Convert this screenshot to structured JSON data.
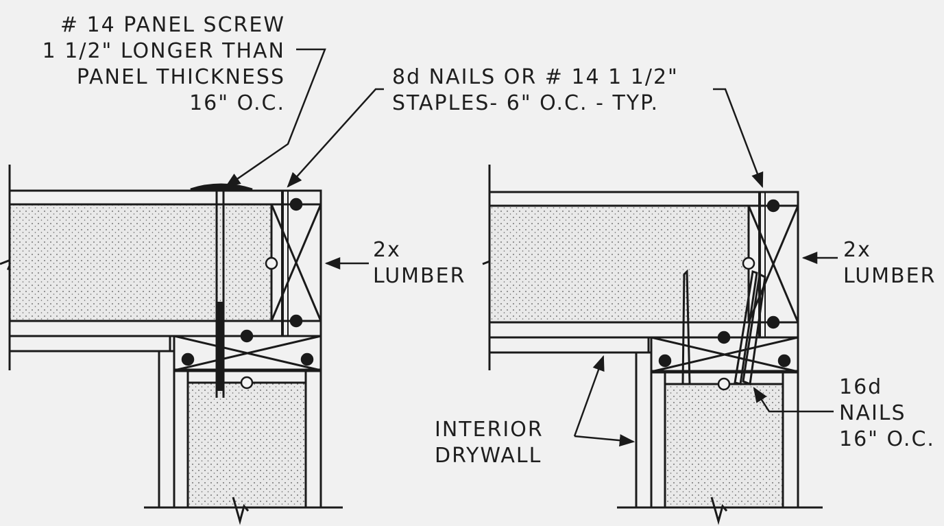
{
  "labels": {
    "panel_screw": [
      "# 14 PANEL SCREW",
      "1 1/2\" LONGER THAN",
      "PANEL THICKNESS",
      "16\" O.C."
    ],
    "nails_staples": [
      "8d NAILS OR # 14 1 1/2\"",
      "STAPLES- 6\" O.C. - TYP."
    ],
    "lumber_left": [
      "2x",
      "LUMBER"
    ],
    "lumber_right": [
      "2x",
      "LUMBER"
    ],
    "interior_drywall": [
      "INTERIOR",
      "DRYWALL"
    ],
    "nails_16d": [
      "16d",
      "NAILS",
      "16\" O.C."
    ]
  },
  "colors": {
    "background": "#f1f1f1",
    "line": "#1a1a1a",
    "insulation_fill": "#e8e8e8",
    "insulation_dot": "#555555"
  }
}
